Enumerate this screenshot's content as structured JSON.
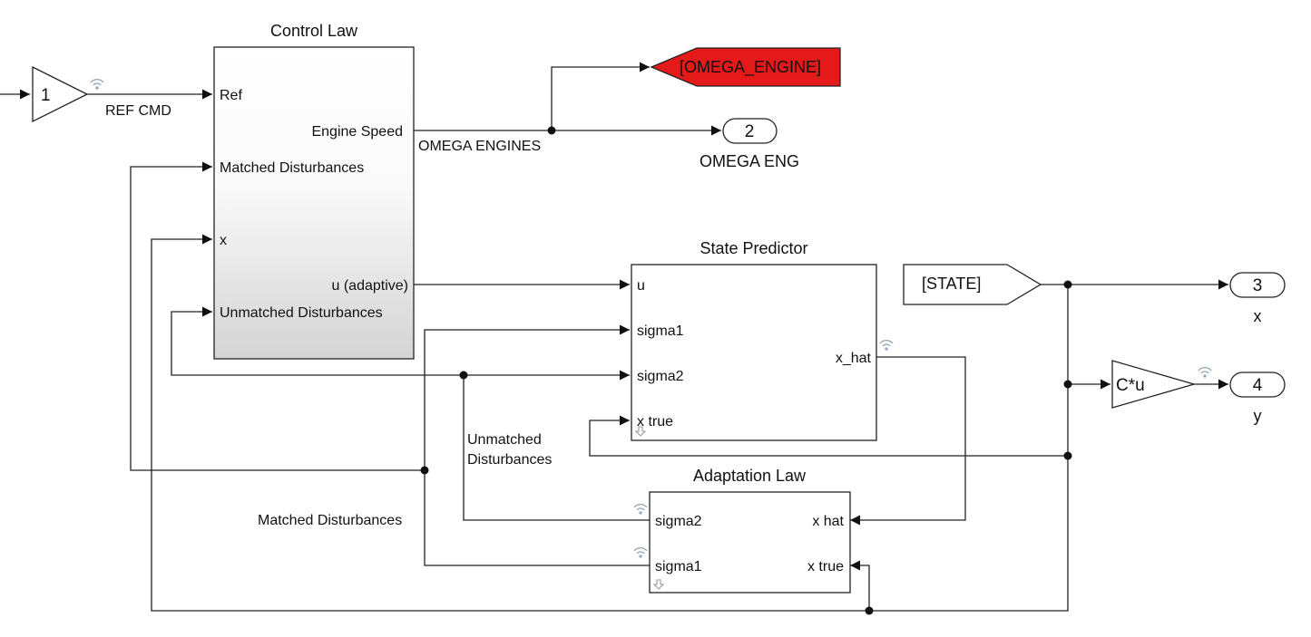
{
  "diagram": {
    "gain1": {
      "value": "1",
      "signal": "REF CMD"
    },
    "control_law": {
      "title": "Control Law",
      "in_ref": "Ref",
      "in_matched": "Matched  Disturbances",
      "in_x": "x",
      "in_unmatched": "Unmatched  Disturbances",
      "out_engine": "Engine Speed",
      "out_u": "u (adaptive)"
    },
    "goto_tag": {
      "label": "[OMEGA_ENGINE]",
      "color": "#e41a1a"
    },
    "omega_signal": "OMEGA ENGINES",
    "outport2": {
      "number": "2",
      "name": "OMEGA ENG"
    },
    "state_predictor": {
      "title": "State Predictor",
      "in_u": "u",
      "in_sigma1": "sigma1",
      "in_sigma2": "sigma2",
      "in_xtrue": "x true",
      "out_xhat": "x_hat"
    },
    "from_state": {
      "label": "[STATE]"
    },
    "outport3": {
      "number": "3",
      "name": "x"
    },
    "gain_c": {
      "value": "C*u"
    },
    "outport4": {
      "number": "4",
      "name": "y"
    },
    "unmatched_label_line1": "Unmatched",
    "unmatched_label_line2": "Disturbances",
    "matched_label": "Matched Disturbances",
    "adaptation_law": {
      "title": "Adaptation Law",
      "out_sigma2": "sigma2",
      "out_sigma1": "sigma1",
      "in_xhat": "x hat",
      "in_xtrue": "x true"
    }
  }
}
